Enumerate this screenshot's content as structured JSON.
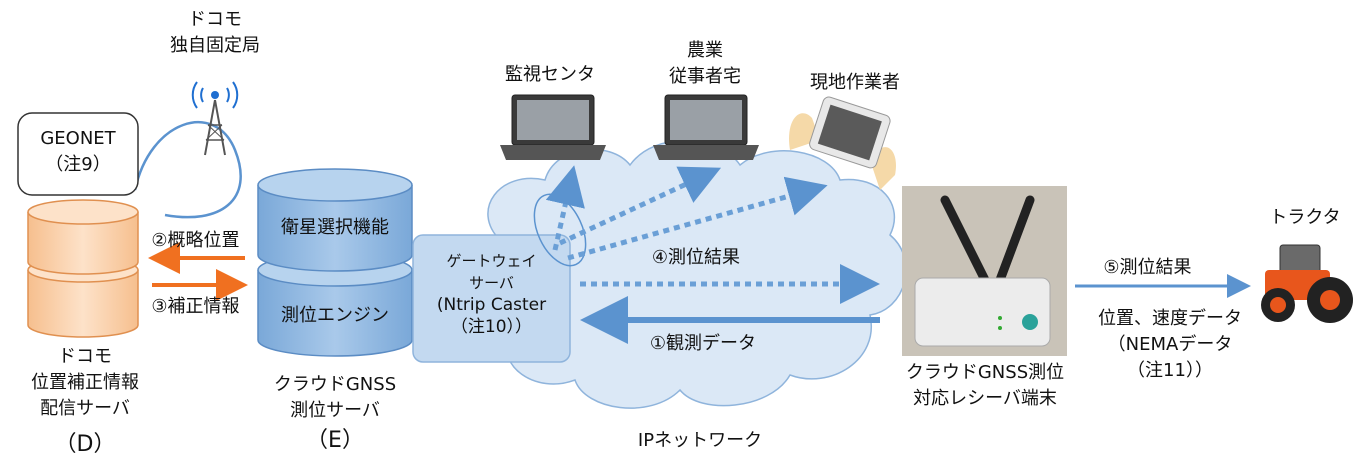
{
  "labels": {
    "docomo_station": [
      "ドコモ",
      "独自固定局"
    ],
    "geonet": [
      "GEONET",
      "（注9）"
    ],
    "docomo_server": [
      "ドコモ",
      "位置補正情報",
      "配信サーバ"
    ],
    "docomo_id": "（D）",
    "approx_position": "②概略位置",
    "correction_info": "③補正情報",
    "satellite_select": "衛星選択機能",
    "positioning_engine": "測位エンジン",
    "cloud_server": [
      "クラウドGNSS",
      "測位サーバ"
    ],
    "cloud_id": "（E）",
    "gateway": [
      "ゲートウェイ",
      "サーバ",
      "(Ntrip Caster",
      "（注10））"
    ],
    "monitor_center": "監視センタ",
    "farmer_home": [
      "農業",
      "従事者宅"
    ],
    "field_worker": "現地作業者",
    "result_4": "④測位結果",
    "observation_1": "①観測データ",
    "ip_network": "IPネットワーク",
    "receiver": [
      "クラウドGNSS測位",
      "対応レシーバ端末"
    ],
    "result_5": "⑤測位結果",
    "tractor": "トラクタ",
    "nmea": [
      "位置、速度データ",
      "（NEMAデータ",
      "（注11））"
    ]
  },
  "colors": {
    "orange_arrow": "#f07020",
    "blue_arrow": "#5b93cf",
    "cloud_fill": "#dbe8f6",
    "cylinder_blue": "#9cc0e4",
    "cylinder_orange": "#fbd7b8"
  }
}
